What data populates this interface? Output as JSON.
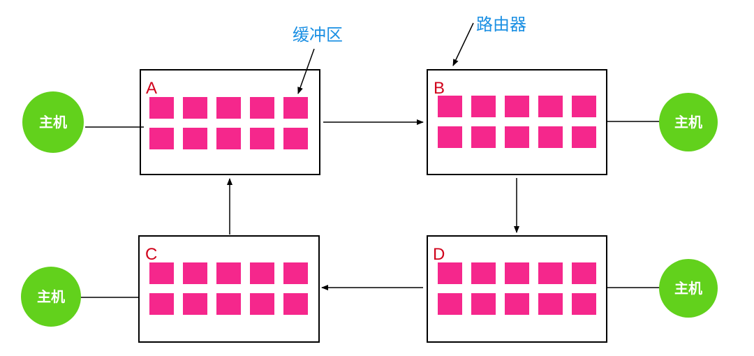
{
  "colors": {
    "buffer": "#f5278c",
    "host": "#62d11c",
    "router_label": "#d0021b",
    "annotation": "#1a8fe3",
    "line": "#000000"
  },
  "annotations": {
    "buffer": "缓冲区",
    "router": "路由器"
  },
  "routers": [
    {
      "id": "A",
      "label": "A",
      "buffer_slots": 10
    },
    {
      "id": "B",
      "label": "B",
      "buffer_slots": 10
    },
    {
      "id": "C",
      "label": "C",
      "buffer_slots": 10
    },
    {
      "id": "D",
      "label": "D",
      "buffer_slots": 10
    }
  ],
  "hosts": [
    {
      "id": "host-a",
      "label": "主机",
      "connected_to": "A"
    },
    {
      "id": "host-b",
      "label": "主机",
      "connected_to": "B"
    },
    {
      "id": "host-c",
      "label": "主机",
      "connected_to": "C"
    },
    {
      "id": "host-d",
      "label": "主机",
      "connected_to": "D"
    }
  ],
  "links": [
    {
      "from": "A",
      "to": "B"
    },
    {
      "from": "B",
      "to": "D"
    },
    {
      "from": "D",
      "to": "C"
    },
    {
      "from": "C",
      "to": "A"
    }
  ]
}
